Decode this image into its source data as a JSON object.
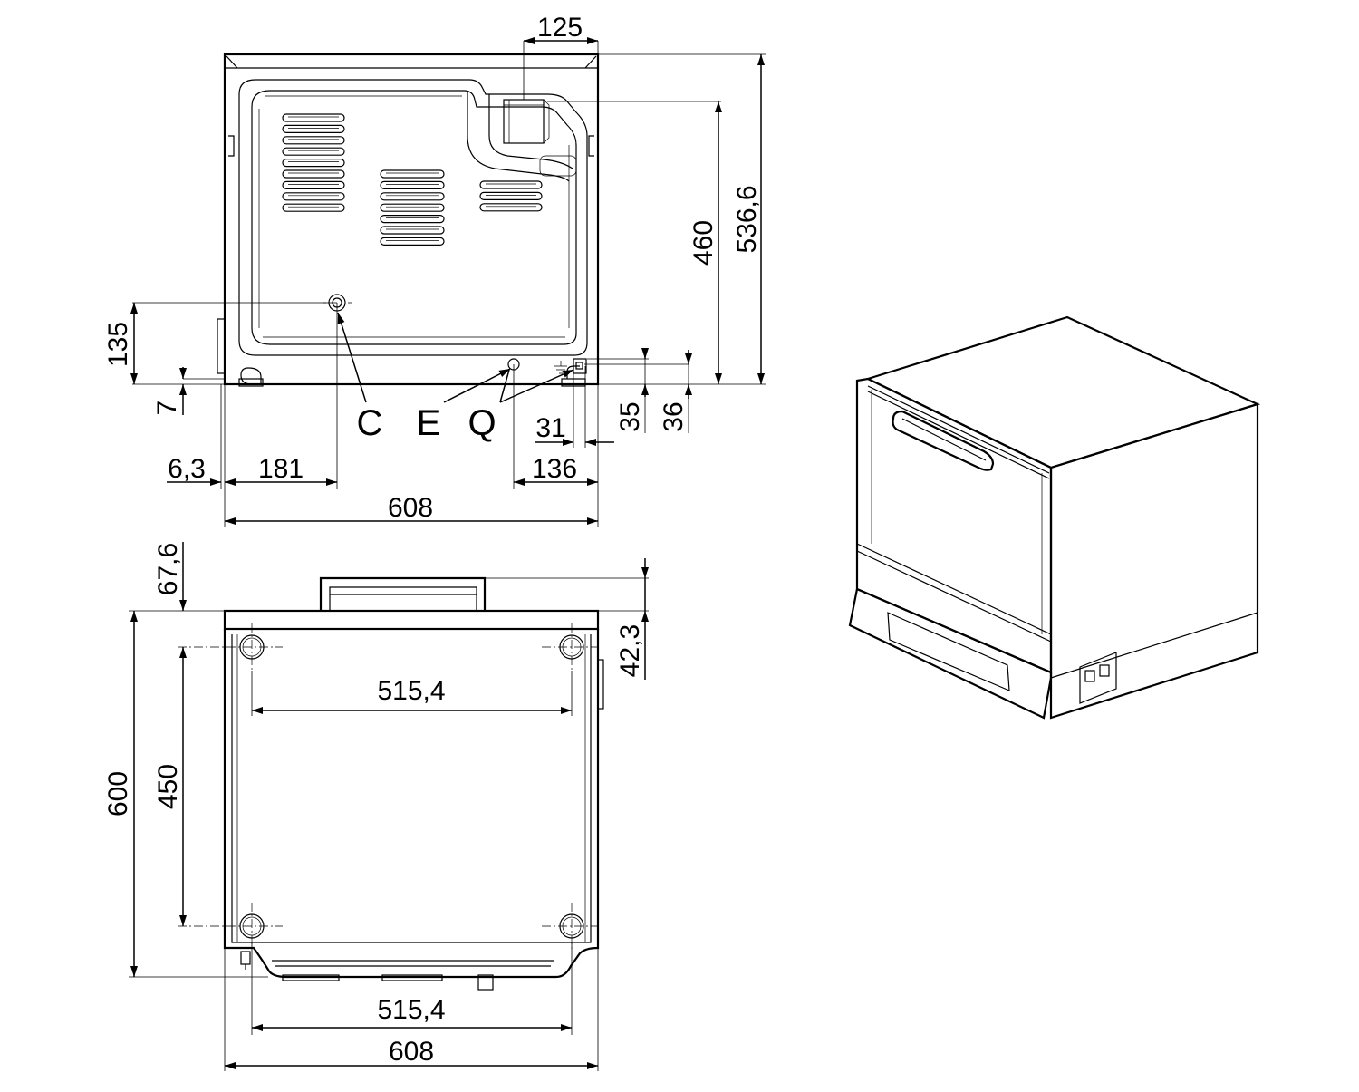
{
  "rear_view": {
    "dimensions": {
      "top_offset": "125",
      "cavity_height": "460",
      "overall_height": "536,6",
      "connection_c_height": "135",
      "foot_height": "7",
      "side_offset": "6,3",
      "connection_c_offset": "181",
      "connection_q_offset": "136",
      "terminal_offset": "31",
      "connection_e_height": "35",
      "connection_q_height": "36",
      "overall_width": "608"
    },
    "connection_labels": {
      "c": "C",
      "e": "E",
      "q": "Q"
    }
  },
  "bottom_view": {
    "dimensions": {
      "handle_depth": "67,6",
      "handle_height": "42,3",
      "overall_depth": "600",
      "feet_depth": "450",
      "feet_width_top": "515,4",
      "feet_width_bottom": "515,4",
      "overall_width": "608"
    }
  }
}
